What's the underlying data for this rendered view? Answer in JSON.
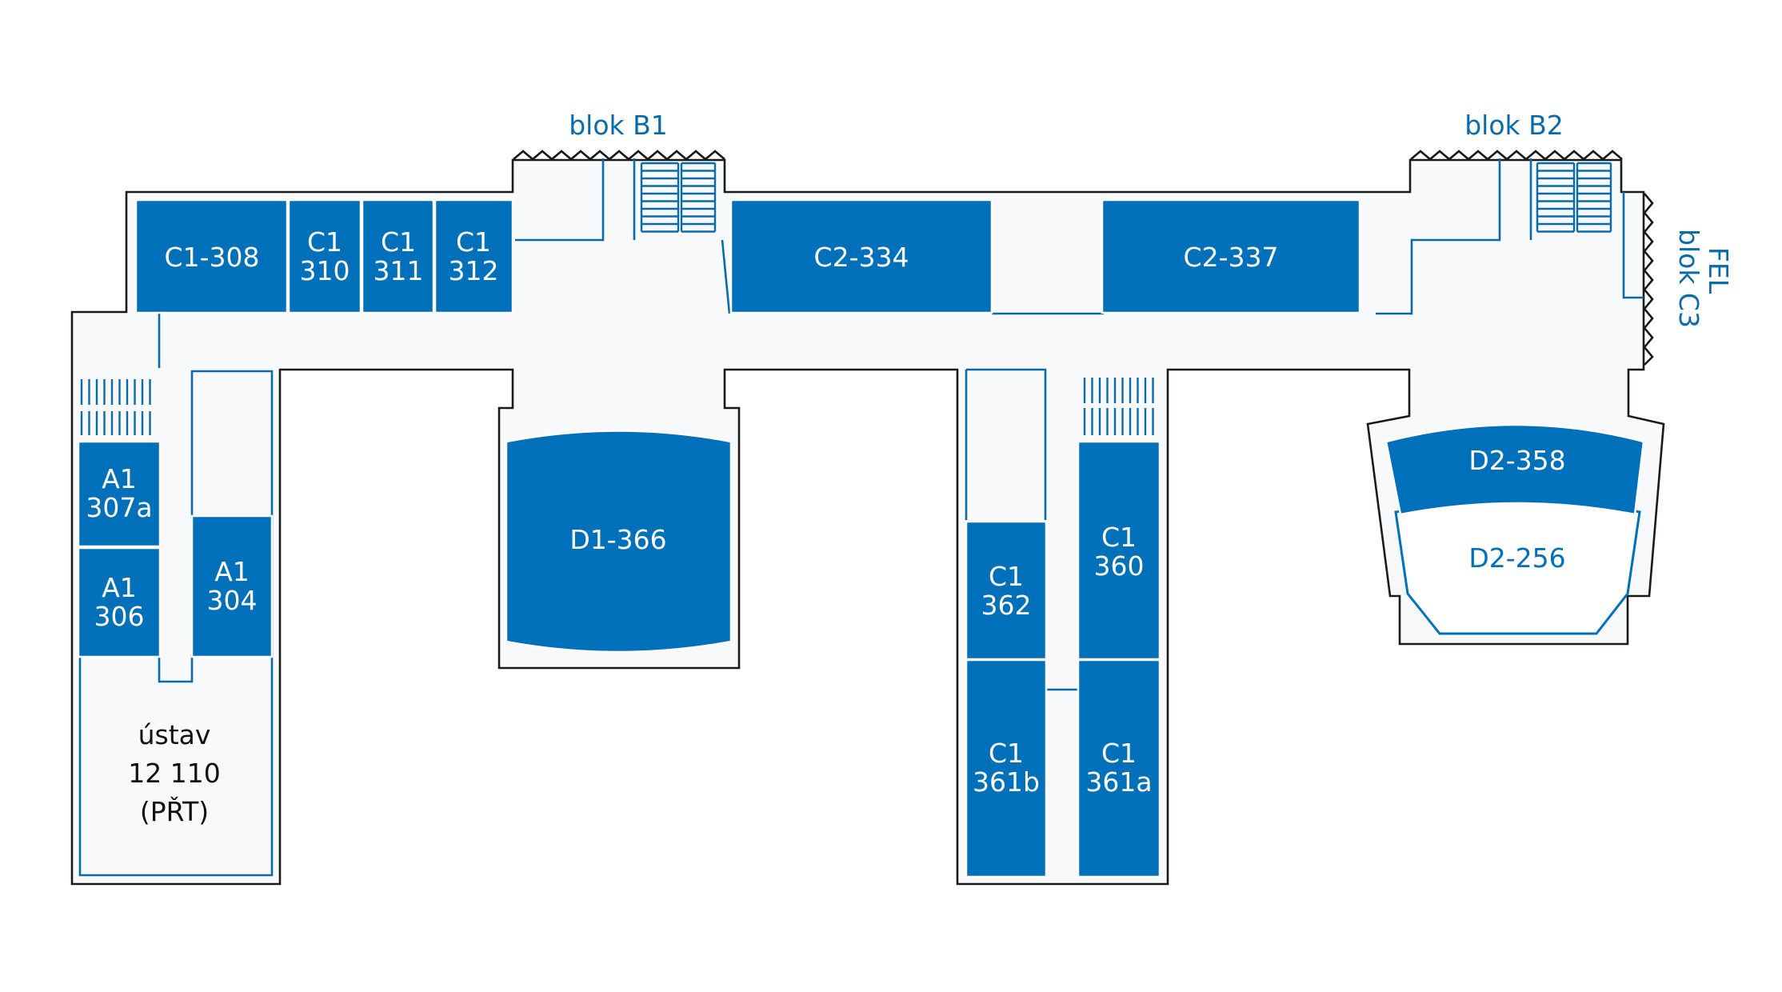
{
  "colors": {
    "room": "#0070ba",
    "wall": "#1a1a1a",
    "line": "#0b6aa8",
    "floor": "#f8f9fa"
  },
  "blocks": {
    "b1": "blok B1",
    "b2": "blok B2",
    "c3_line1": "FEL",
    "c3_line2": "blok C3"
  },
  "rooms": {
    "c1_308": "C1-308",
    "c1_310": [
      "C1",
      "310"
    ],
    "c1_311": [
      "C1",
      "311"
    ],
    "c1_312": [
      "C1",
      "312"
    ],
    "c2_334": "C2-334",
    "c2_337": "C2-337",
    "a1_307a": [
      "A1",
      "307a"
    ],
    "a1_306": [
      "A1",
      "306"
    ],
    "a1_304": [
      "A1",
      "304"
    ],
    "d1_366": "D1-366",
    "c1_362": [
      "C1",
      "362"
    ],
    "c1_360": [
      "C1",
      "360"
    ],
    "c1_361b": [
      "C1",
      "361b"
    ],
    "c1_361a": [
      "C1",
      "361a"
    ],
    "d2_358": "D2-358",
    "d2_256": "D2-256"
  },
  "institute": [
    "ústav",
    "12 110",
    "(PŘT)"
  ]
}
